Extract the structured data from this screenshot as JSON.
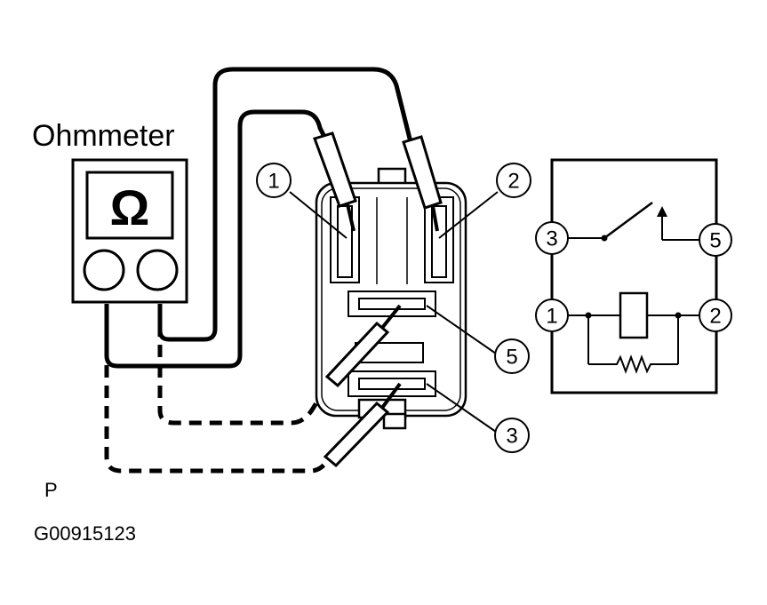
{
  "meter": {
    "label": "Ohmmeter",
    "symbol": "Ω"
  },
  "callouts": {
    "t1": "1",
    "t2": "2",
    "t5": "5",
    "t3": "3"
  },
  "schematic": {
    "t3": "3",
    "t5": "5",
    "t1": "1",
    "t2": "2"
  },
  "footer": {
    "letter": "P",
    "code": "G00915123"
  }
}
